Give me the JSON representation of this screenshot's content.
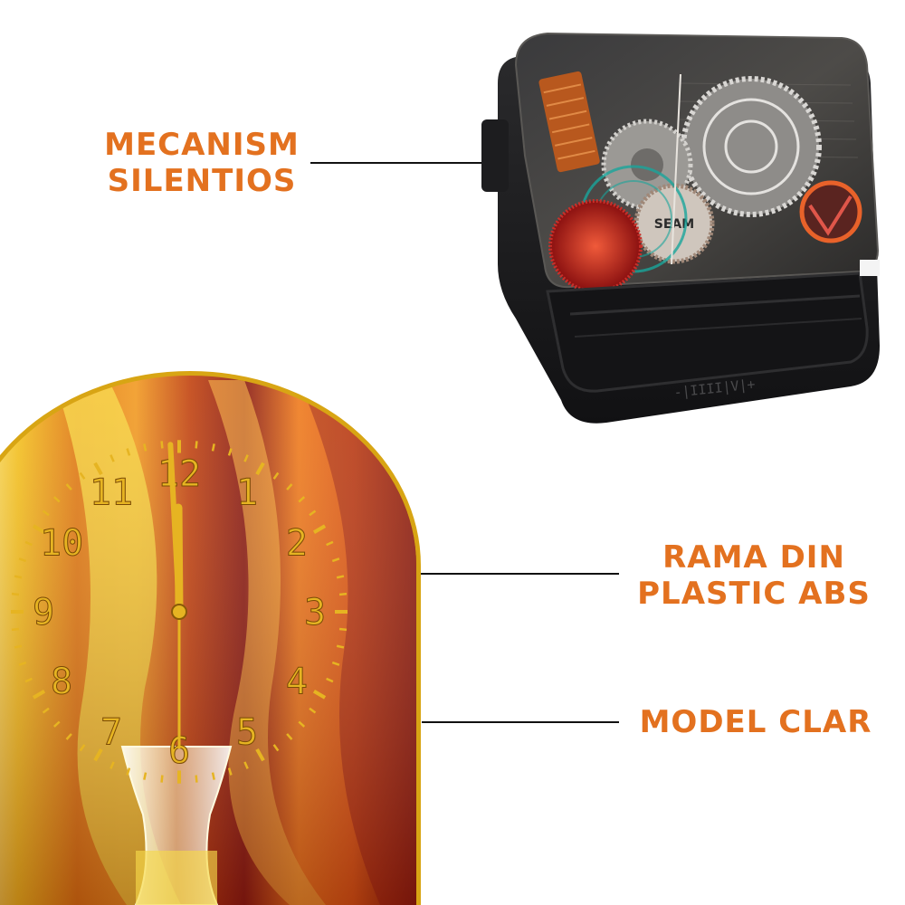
{
  "callouts": {
    "mecanism": [
      "MECANISM",
      "SILENTIOS"
    ],
    "rama": [
      "RAMA DIN",
      "PLASTIC ABS"
    ],
    "model": [
      "MODEL CLAR"
    ]
  },
  "clock": {
    "numerals": [
      "12",
      "1",
      "2",
      "3",
      "4",
      "5",
      "6",
      "7",
      "8",
      "9",
      "10",
      "11"
    ],
    "time_shown": "11:59:30",
    "numeral_color": "#e6b422",
    "frame_color": "#d8a514"
  },
  "movement": {
    "battery_marking": "-|IIII|V|+",
    "gear_label": "SEAM"
  },
  "colors": {
    "accent": "#e3711f",
    "leader_line": "#111111",
    "movement_body": "#1c1c1e"
  },
  "icons": [
    "clock-movement-image",
    "wall-clock-image"
  ]
}
